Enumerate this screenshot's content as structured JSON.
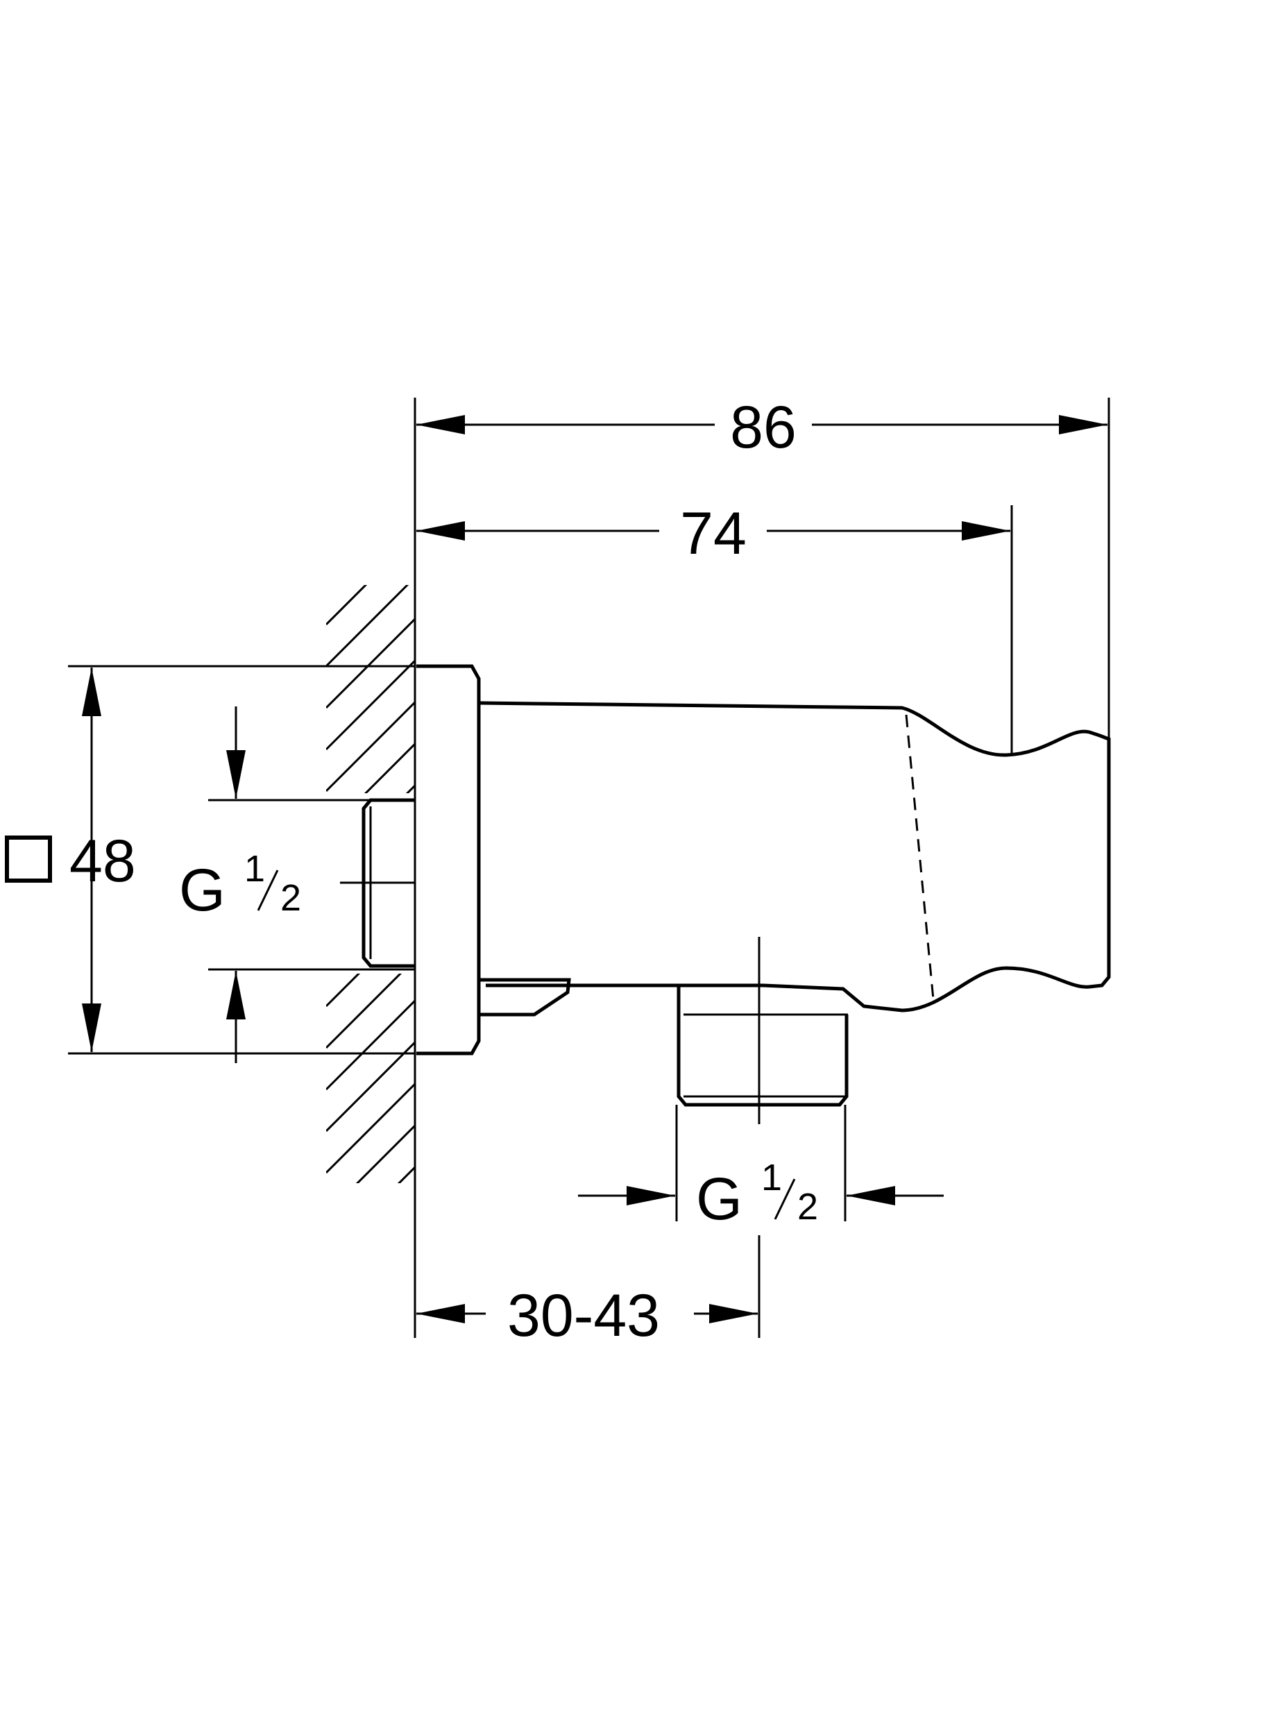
{
  "dimensions": {
    "overall_length": "86",
    "body_length": "74",
    "square_size": "48",
    "wall_depth": "30-43"
  },
  "threads": {
    "inlet": {
      "letter": "G",
      "numerator": "1",
      "denominator": "2"
    },
    "outlet": {
      "letter": "G",
      "numerator": "1",
      "denominator": "2"
    }
  }
}
